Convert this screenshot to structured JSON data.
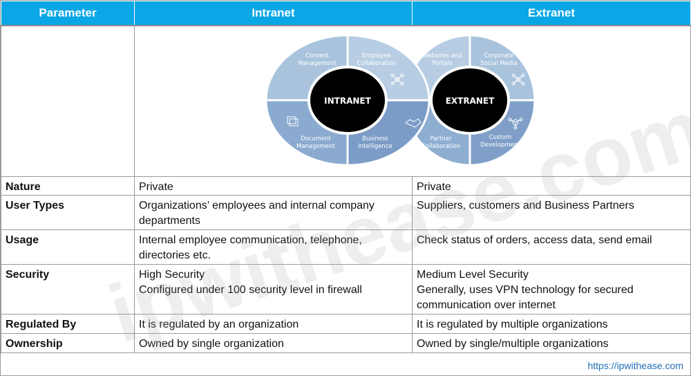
{
  "header": {
    "col_parameter": "Parameter",
    "col_intranet": "Intranet",
    "col_extranet": "Extranet"
  },
  "diagram": {
    "center_left": "INTRANET",
    "center_right": "EXTRANET",
    "intranet_segments": {
      "top_left": [
        "Content",
        "Management"
      ],
      "top_right": [
        "Employee",
        "Collaboration"
      ],
      "bottom_left": [
        "Document",
        "Management"
      ],
      "bottom_right": [
        "Business",
        "Intelligence"
      ]
    },
    "extranet_segments": {
      "top_left": [
        "Websites and",
        "Portals"
      ],
      "top_right": [
        "Corporate",
        "Social Media"
      ],
      "bottom_left": [
        "Partner",
        "Collaboration"
      ],
      "bottom_right": [
        "Custom",
        "Development"
      ]
    },
    "colors": {
      "light": "#a9c3dd",
      "mid": "#8eaed1",
      "dark": "#7399c3",
      "center": "#000000"
    }
  },
  "rows": [
    {
      "param": "Nature",
      "intranet": [
        "Private"
      ],
      "extranet": [
        "Private"
      ]
    },
    {
      "param": "User Types",
      "intranet": [
        "Organizations’ employees and internal company",
        "departments"
      ],
      "extranet": [
        "Suppliers, customers and Business Partners"
      ]
    },
    {
      "param": "Usage",
      "intranet": [
        "Internal employee communication, telephone,",
        "directories etc."
      ],
      "extranet": [
        "Check status of orders, access data, send email"
      ]
    },
    {
      "param": "Security",
      "intranet": [
        "High Security",
        "Configured under 100 security level in firewall"
      ],
      "extranet": [
        "Medium Level Security",
        "Generally, uses VPN technology for secured",
        "communication over internet"
      ]
    },
    {
      "param": "Regulated By",
      "intranet": [
        "It is regulated by an organization"
      ],
      "extranet": [
        "It is regulated by multiple organizations"
      ]
    },
    {
      "param": "Ownership",
      "intranet": [
        "Owned by single organization"
      ],
      "extranet": [
        "Owned by single/multiple organizations"
      ]
    }
  ],
  "footer": {
    "url": "https://ipwithease.com",
    "watermark": "ipwithease.com"
  }
}
